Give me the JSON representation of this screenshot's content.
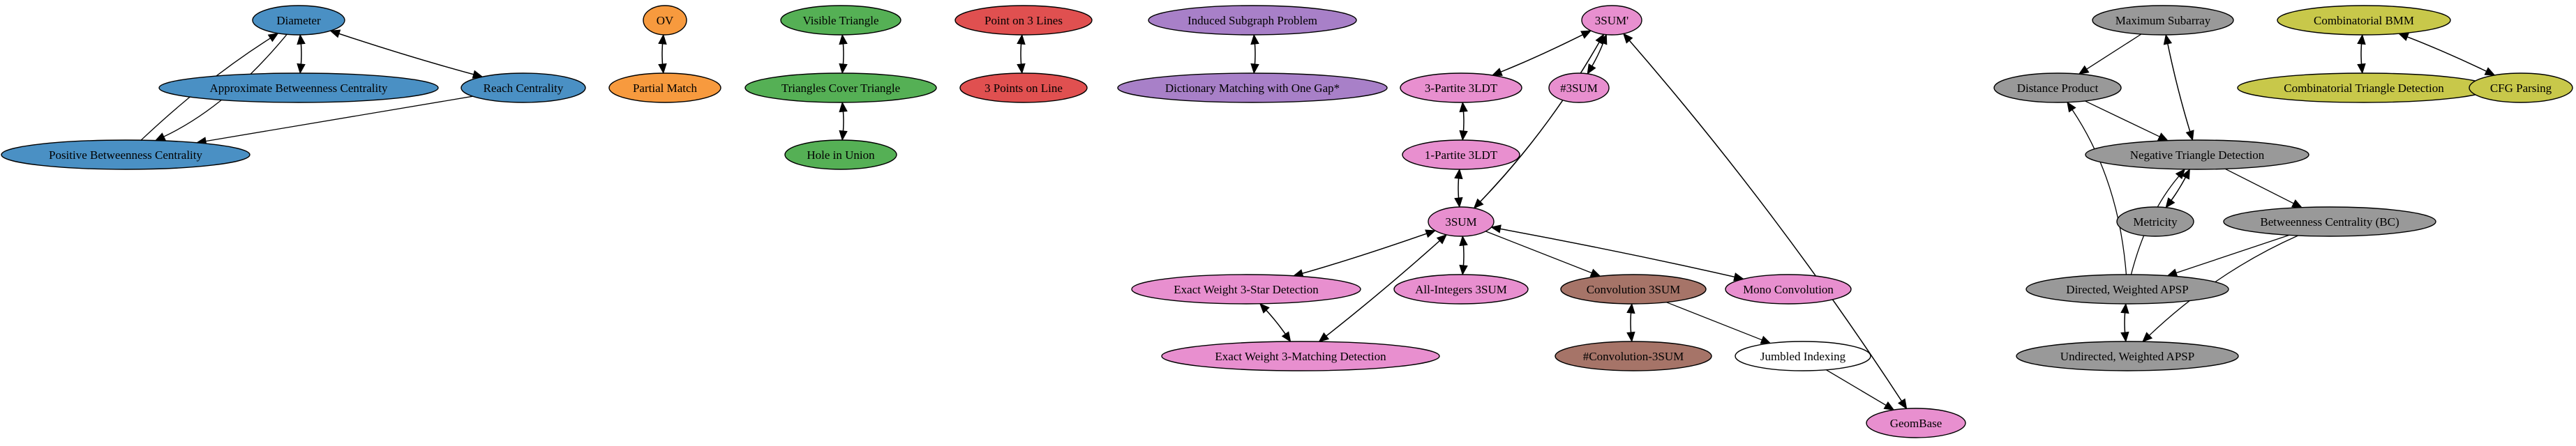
{
  "colors": {
    "blue": "#4a90c4",
    "orange": "#f79a3e",
    "green": "#55b055",
    "red": "#e05050",
    "purple": "#a880c8",
    "pink": "#e88fcf",
    "brown": "#a67468",
    "white": "#ffffff",
    "gray": "#999999",
    "olive": "#c8c84a"
  },
  "nodes": [
    {
      "id": "diameter",
      "label": "Diameter",
      "color": "blue"
    },
    {
      "id": "approx_bc",
      "label": "Approximate Betweenness Centrality",
      "color": "blue"
    },
    {
      "id": "reach_centrality",
      "label": "Reach Centrality",
      "color": "blue"
    },
    {
      "id": "positive_bc",
      "label": "Positive Betweenness Centrality",
      "color": "blue"
    },
    {
      "id": "ov",
      "label": "OV",
      "color": "orange"
    },
    {
      "id": "partial_match",
      "label": "Partial Match",
      "color": "orange"
    },
    {
      "id": "visible_triangle",
      "label": "Visible Triangle",
      "color": "green"
    },
    {
      "id": "triangles_cover",
      "label": "Triangles Cover Triangle",
      "color": "green"
    },
    {
      "id": "hole_in_union",
      "label": "Hole in Union",
      "color": "green"
    },
    {
      "id": "point_on_3_lines",
      "label": "Point on 3 Lines",
      "color": "red"
    },
    {
      "id": "three_points_on_line",
      "label": "3 Points on Line",
      "color": "red"
    },
    {
      "id": "induced_subgraph",
      "label": "Induced Subgraph Problem",
      "color": "purple"
    },
    {
      "id": "dictionary_matching",
      "label": "Dictionary Matching with One Gap*",
      "color": "purple"
    },
    {
      "id": "threesum_prime",
      "label": "3SUM'",
      "color": "pink"
    },
    {
      "id": "three_partite_3ldt",
      "label": "3-Partite 3LDT",
      "color": "pink"
    },
    {
      "id": "sharp_3sum",
      "label": "#3SUM",
      "color": "pink"
    },
    {
      "id": "one_partite_3ldt",
      "label": "1-Partite 3LDT",
      "color": "pink"
    },
    {
      "id": "threesum",
      "label": "3SUM",
      "color": "pink"
    },
    {
      "id": "exact_3star",
      "label": "Exact Weight 3-Star Detection",
      "color": "pink"
    },
    {
      "id": "all_integers_3sum",
      "label": "All-Integers 3SUM",
      "color": "pink"
    },
    {
      "id": "convolution_3sum",
      "label": "Convolution 3SUM",
      "color": "brown"
    },
    {
      "id": "mono_convolution",
      "label": "Mono Convolution",
      "color": "pink"
    },
    {
      "id": "exact_3matching",
      "label": "Exact Weight 3-Matching Detection",
      "color": "pink"
    },
    {
      "id": "sharp_convolution_3sum",
      "label": "#Convolution-3SUM",
      "color": "brown"
    },
    {
      "id": "jumbled_indexing",
      "label": "Jumbled Indexing",
      "color": "white"
    },
    {
      "id": "geombase",
      "label": "GeomBase",
      "color": "pink"
    },
    {
      "id": "maximum_subarray",
      "label": "Maximum Subarray",
      "color": "gray"
    },
    {
      "id": "distance_product",
      "label": "Distance Product",
      "color": "gray"
    },
    {
      "id": "negative_triangle",
      "label": "Negative Triangle Detection",
      "color": "gray"
    },
    {
      "id": "metricity",
      "label": "Metricity",
      "color": "gray"
    },
    {
      "id": "betweenness_bc",
      "label": "Betweenness Centrality (BC)",
      "color": "gray"
    },
    {
      "id": "directed_apsp",
      "label": "Directed, Weighted APSP",
      "color": "gray"
    },
    {
      "id": "undirected_apsp",
      "label": "Undirected, Weighted APSP",
      "color": "gray"
    },
    {
      "id": "combinatorial_bmm",
      "label": "Combinatorial BMM",
      "color": "olive"
    },
    {
      "id": "combinatorial_triangle",
      "label": "Combinatorial Triangle Detection",
      "color": "olive"
    },
    {
      "id": "cfg_parsing",
      "label": "CFG Parsing",
      "color": "olive"
    }
  ],
  "edges": [
    {
      "from": "diameter",
      "to": "approx_bc"
    },
    {
      "from": "approx_bc",
      "to": "diameter"
    },
    {
      "from": "diameter",
      "to": "reach_centrality"
    },
    {
      "from": "reach_centrality",
      "to": "diameter"
    },
    {
      "from": "diameter",
      "to": "positive_bc"
    },
    {
      "from": "positive_bc",
      "to": "diameter"
    },
    {
      "from": "reach_centrality",
      "to": "positive_bc"
    },
    {
      "from": "ov",
      "to": "partial_match"
    },
    {
      "from": "partial_match",
      "to": "ov"
    },
    {
      "from": "visible_triangle",
      "to": "triangles_cover"
    },
    {
      "from": "triangles_cover",
      "to": "visible_triangle"
    },
    {
      "from": "triangles_cover",
      "to": "hole_in_union"
    },
    {
      "from": "hole_in_union",
      "to": "triangles_cover"
    },
    {
      "from": "point_on_3_lines",
      "to": "three_points_on_line"
    },
    {
      "from": "three_points_on_line",
      "to": "point_on_3_lines"
    },
    {
      "from": "induced_subgraph",
      "to": "dictionary_matching"
    },
    {
      "from": "dictionary_matching",
      "to": "induced_subgraph"
    },
    {
      "from": "threesum_prime",
      "to": "three_partite_3ldt"
    },
    {
      "from": "three_partite_3ldt",
      "to": "threesum_prime"
    },
    {
      "from": "threesum_prime",
      "to": "sharp_3sum"
    },
    {
      "from": "sharp_3sum",
      "to": "threesum_prime"
    },
    {
      "from": "threesum_prime",
      "to": "threesum"
    },
    {
      "from": "threesum",
      "to": "threesum_prime"
    },
    {
      "from": "threesum_prime",
      "to": "geombase"
    },
    {
      "from": "geombase",
      "to": "threesum_prime"
    },
    {
      "from": "three_partite_3ldt",
      "to": "one_partite_3ldt"
    },
    {
      "from": "one_partite_3ldt",
      "to": "three_partite_3ldt"
    },
    {
      "from": "one_partite_3ldt",
      "to": "threesum"
    },
    {
      "from": "threesum",
      "to": "one_partite_3ldt"
    },
    {
      "from": "threesum",
      "to": "exact_3star"
    },
    {
      "from": "exact_3star",
      "to": "threesum"
    },
    {
      "from": "threesum",
      "to": "all_integers_3sum"
    },
    {
      "from": "all_integers_3sum",
      "to": "threesum"
    },
    {
      "from": "threesum",
      "to": "convolution_3sum"
    },
    {
      "from": "threesum",
      "to": "mono_convolution"
    },
    {
      "from": "mono_convolution",
      "to": "threesum"
    },
    {
      "from": "threesum",
      "to": "exact_3matching"
    },
    {
      "from": "exact_3matching",
      "to": "threesum"
    },
    {
      "from": "exact_3star",
      "to": "exact_3matching"
    },
    {
      "from": "exact_3matching",
      "to": "exact_3star"
    },
    {
      "from": "convolution_3sum",
      "to": "sharp_convolution_3sum"
    },
    {
      "from": "sharp_convolution_3sum",
      "to": "convolution_3sum"
    },
    {
      "from": "convolution_3sum",
      "to": "jumbled_indexing"
    },
    {
      "from": "jumbled_indexing",
      "to": "geombase"
    },
    {
      "from": "maximum_subarray",
      "to": "distance_product"
    },
    {
      "from": "maximum_subarray",
      "to": "negative_triangle"
    },
    {
      "from": "negative_triangle",
      "to": "maximum_subarray"
    },
    {
      "from": "distance_product",
      "to": "negative_triangle"
    },
    {
      "from": "negative_triangle",
      "to": "metricity"
    },
    {
      "from": "metricity",
      "to": "negative_triangle"
    },
    {
      "from": "negative_triangle",
      "to": "betweenness_bc"
    },
    {
      "from": "betweenness_bc",
      "to": "directed_apsp"
    },
    {
      "from": "betweenness_bc",
      "to": "undirected_apsp"
    },
    {
      "from": "directed_apsp",
      "to": "distance_product"
    },
    {
      "from": "directed_apsp",
      "to": "negative_triangle"
    },
    {
      "from": "directed_apsp",
      "to": "undirected_apsp"
    },
    {
      "from": "undirected_apsp",
      "to": "directed_apsp"
    },
    {
      "from": "combinatorial_bmm",
      "to": "combinatorial_triangle"
    },
    {
      "from": "combinatorial_triangle",
      "to": "combinatorial_bmm"
    },
    {
      "from": "combinatorial_bmm",
      "to": "cfg_parsing"
    },
    {
      "from": "cfg_parsing",
      "to": "combinatorial_bmm"
    }
  ]
}
